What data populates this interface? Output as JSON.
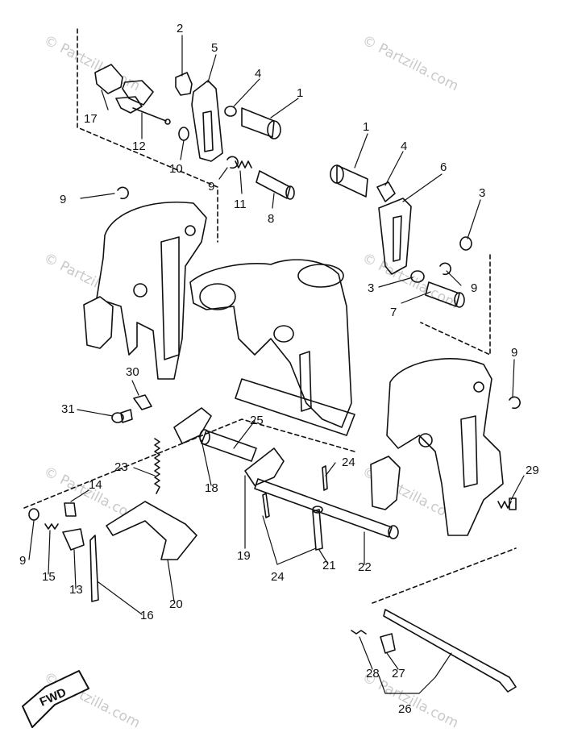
{
  "watermark": "© Partzilla.com",
  "fwd_label": "FWD",
  "callouts": [
    "1",
    "2",
    "3",
    "4",
    "5",
    "6",
    "7",
    "8",
    "9",
    "10",
    "11",
    "12",
    "13",
    "14",
    "15",
    "16",
    "17",
    "18",
    "19",
    "20",
    "21",
    "22",
    "23",
    "24",
    "25",
    "26",
    "27",
    "28",
    "29",
    "30",
    "31"
  ],
  "line_color": "#111111"
}
